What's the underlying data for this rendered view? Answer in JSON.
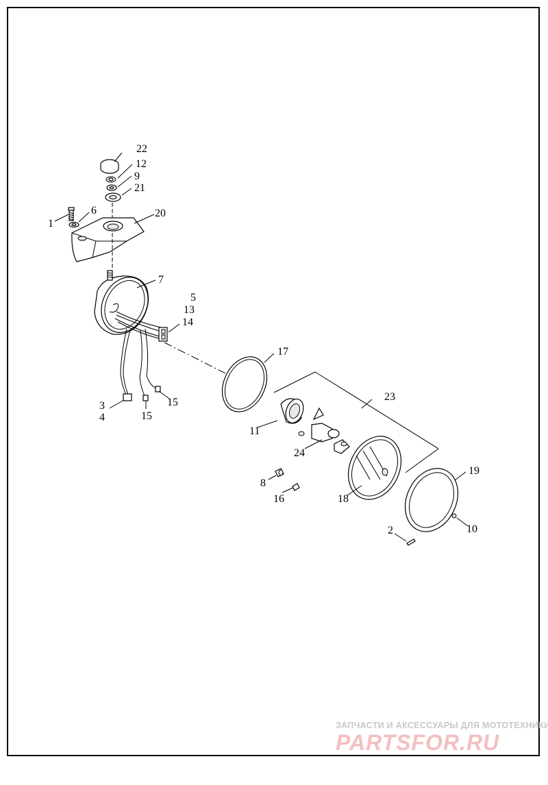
{
  "labels": {
    "n1": "1",
    "n2": "2",
    "n3": "3",
    "n4": "4",
    "n5": "5",
    "n6": "6",
    "n7": "7",
    "n8": "8",
    "n9": "9",
    "n10": "10",
    "n11": "11",
    "n12": "12",
    "n13": "13",
    "n14": "14",
    "n15a": "15",
    "n15b": "15",
    "n16": "16",
    "n17": "17",
    "n18": "18",
    "n19": "19",
    "n20": "20",
    "n21": "21",
    "n22": "22",
    "n23": "23",
    "n24": "24"
  },
  "watermark": {
    "tagline": "ЗАПЧАСТИ И АКСЕССУАРЫ ДЛЯ МОТОТЕХНИКИ",
    "logo": "PARTSFOR.RU"
  },
  "colors": {
    "line": "#000000",
    "watermark_text": "#c8c8c8",
    "watermark_logo": "#f2c0c0"
  }
}
